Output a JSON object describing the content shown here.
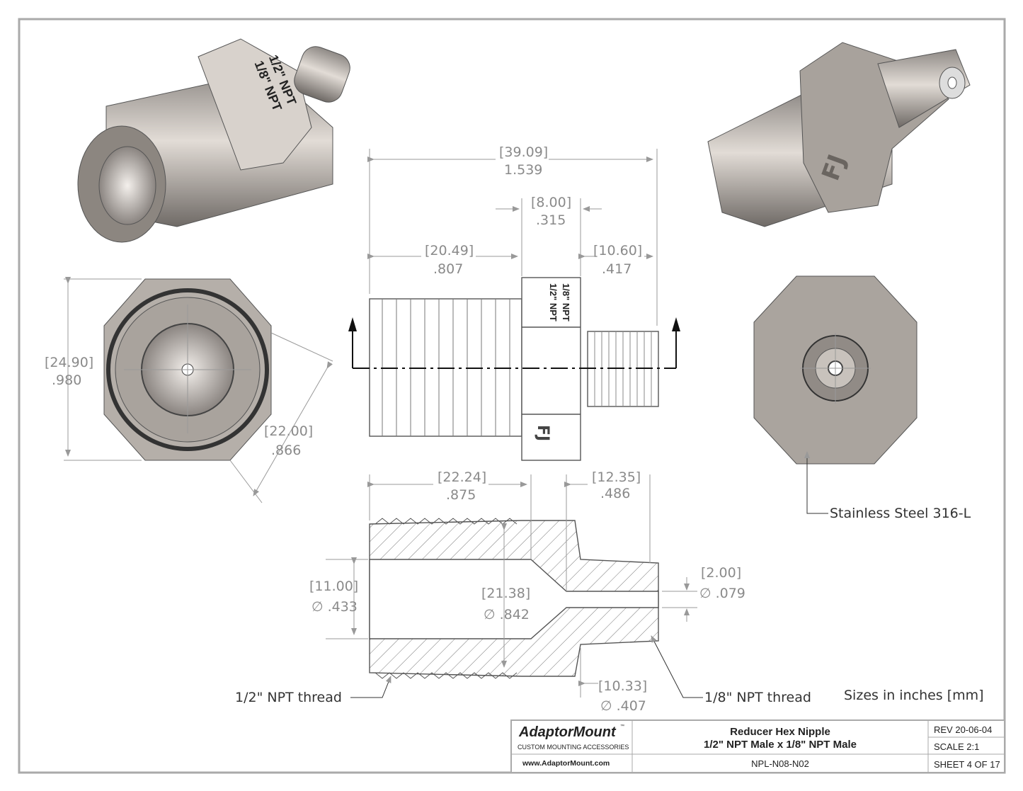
{
  "views": {
    "side": {
      "label_top": "1/2\" NPT",
      "label_bottom": "1/8\" NPT"
    },
    "iso_left": {
      "label_a": "1/2\" NPT",
      "label_b": "1/8\" NPT"
    }
  },
  "dimensions": {
    "overall_length": {
      "mm": "[39.09]",
      "in": "1.539"
    },
    "hex_width": {
      "mm": "[8.00]",
      "in": ".315"
    },
    "large_thread_length": {
      "mm": "[20.49]",
      "in": ".807"
    },
    "small_thread_length": {
      "mm": "[10.60]",
      "in": ".417"
    },
    "hex_corners": {
      "mm": "[24.90]",
      "in": ".980"
    },
    "hex_flats": {
      "mm": "[22.00]",
      "in": ".866"
    },
    "large_bore_depth": {
      "mm": "[22.24]",
      "in": ".875"
    },
    "small_end_length": {
      "mm": "[12.35]",
      "in": ".486"
    },
    "large_bore_dia": {
      "mm": "[11.00]",
      "in": "∅ .433"
    },
    "cone_dia": {
      "mm": "[21.38]",
      "in": "∅ .842"
    },
    "small_bore_dia": {
      "mm": "[2.00]",
      "in": "∅ .079"
    },
    "small_thread_dia": {
      "mm": "[10.33]",
      "in": "∅ .407"
    }
  },
  "notes": {
    "material": "Stainless Steel 316-L",
    "large_thread": "1/2\" NPT thread",
    "small_thread": "1/8\" NPT thread",
    "units": "Sizes in inches [mm]"
  },
  "title_block": {
    "brand": "AdaptorMount",
    "tm": "™",
    "tagline": "CUSTOM MOUNTING ACCESSORIES",
    "website": "www.AdaptorMount.com",
    "title_line1": "Reducer Hex Nipple",
    "title_line2": "1/2\" NPT Male x 1/8\" NPT Male",
    "part_number": "NPL-N08-N02",
    "rev": "REV 20-06-04",
    "scale": "SCALE 2:1",
    "sheet": "SHEET 4 OF 17"
  }
}
